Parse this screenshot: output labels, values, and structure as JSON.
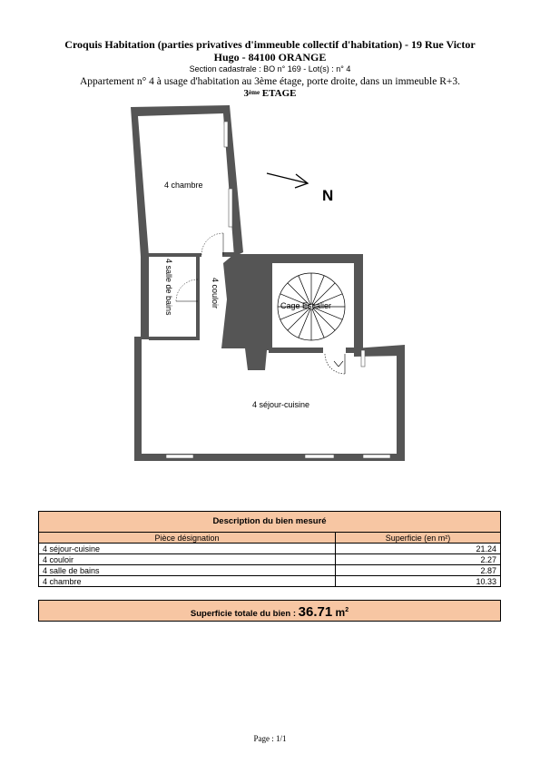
{
  "header": {
    "title_line1": "Croquis Habitation (parties privatives d'immeuble collectif d'habitation) - 19 Rue Victor",
    "title_line2": "Hugo - 84100 ORANGE",
    "cadastre": "Section cadastrale : BO n° 169 - Lot(s) : n°  4",
    "description": "Appartement n° 4 à usage d'habitation au 3ème étage, porte droite, dans un immeuble R+3.",
    "floor_num": "3",
    "floor_sup": "ème",
    "floor_word": " ETAGE"
  },
  "plan": {
    "north_label": "N",
    "rooms": {
      "chambre": "4 chambre",
      "salle_de_bains": "4 salle de bains",
      "couloir": "4 couloir",
      "cage_escalier": "Cage Escalier",
      "sejour_cuisine": "4 séjour-cuisine"
    }
  },
  "table": {
    "title": "Description du bien mesuré",
    "col_piece": "Pièce désignation",
    "col_superficie": "Superficie (en m²)",
    "rows": [
      {
        "piece": "4 séjour-cuisine",
        "superficie": "21.24"
      },
      {
        "piece": "4 couloir",
        "superficie": "2.27"
      },
      {
        "piece": "4 salle de bains",
        "superficie": "2.87"
      },
      {
        "piece": "4 chambre",
        "superficie": "10.33"
      }
    ]
  },
  "total": {
    "label": "Superficie totale du bien : ",
    "value": "36.71",
    "unit": " m",
    "unit_sup": "2"
  },
  "footer": {
    "page": "Page : 1/1"
  }
}
